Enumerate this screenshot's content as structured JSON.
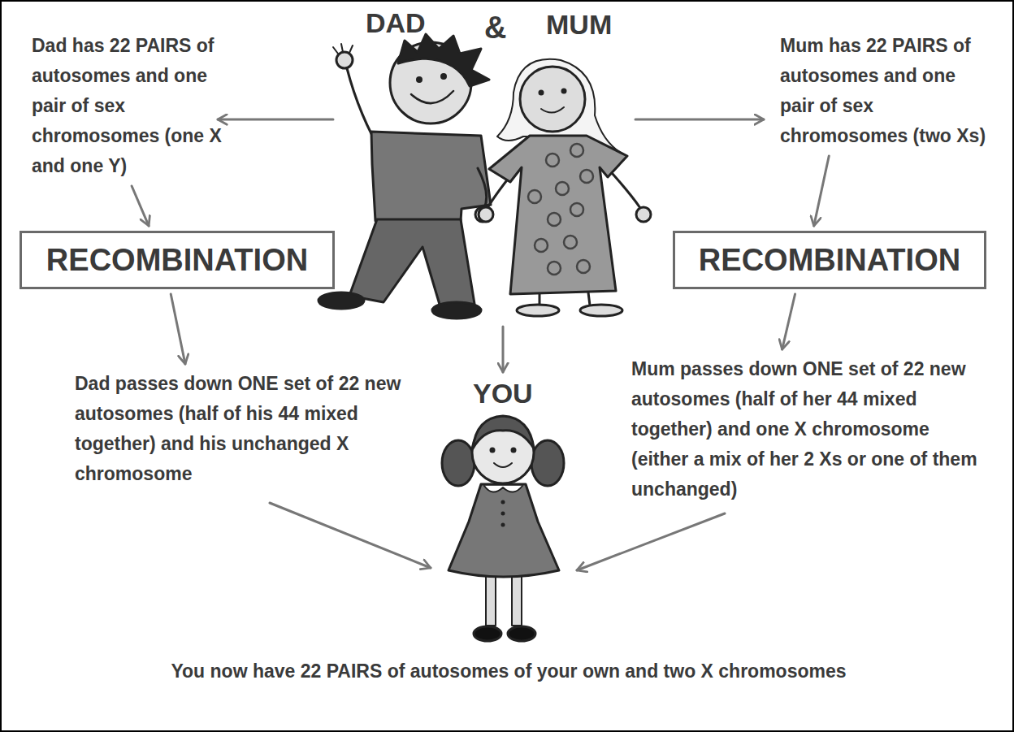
{
  "diagram": {
    "caption": "You now have 22 PAIRS of autosomes of your own and two X chromosomes",
    "nodes": [
      {
        "text": [
          "Dad has 22 PAIRS of autosomes and one pair of sex chromosomes (one X and one Y)"
        ]
      },
      {
        "text": [
          "Mum has 22 PAIRS of autosomes and one pair of sex chromosomes (two Xs)"
        ]
      },
      {
        "text": [
          "RECOMBINATION"
        ]
      },
      {
        "text": [
          "RECOMBINATION"
        ]
      },
      {
        "text": [
          "Dad passes down ONE set of 22 new autosomes (half of his 44 mixed together) and his unchanged X chromosome"
        ]
      },
      {
        "text": [
          "Mum passes down ONE set of 22 new autosomes (half of her 44 mixed together) and one X chromosome (either a mix of her 2 Xs or one of them unchanged)"
        ]
      }
    ],
    "edges": [
      {
        "from": 0,
        "to": 2,
        "arrow": "to"
      },
      {
        "from": 1,
        "to": 3,
        "arrow": "to"
      },
      {
        "from": 2,
        "to": 4,
        "arrow": "to"
      },
      {
        "from": 3,
        "to": 5,
        "arrow": "to"
      }
    ],
    "labels": [
      "DAD",
      "&",
      "MUM",
      "YOU"
    ]
  }
}
